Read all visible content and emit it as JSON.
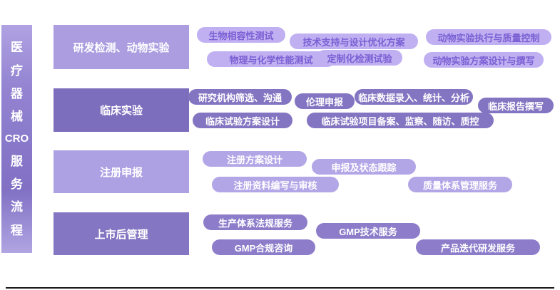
{
  "title": "医疗器械CRO服务流程",
  "banner": {
    "chars": [
      "医",
      "疗",
      "器",
      "械",
      "CRO",
      "服",
      "务",
      "流",
      "程"
    ]
  },
  "colors": {
    "banner_gradient_top": "#b0a2e2",
    "banner_gradient_mid": "#8170c4",
    "banner_gradient_bottom": "#b1a5e2",
    "category_light": "#ab9de0",
    "category_dark": "#7d6dbd",
    "pill_row1_bg": "#c0b0f2",
    "pill_row1_text": "#7a5fd3",
    "pill_row2_bg": "#8375c1",
    "pill_row3_bg": "#b3a6e7",
    "pill_row4_bg": "#8d7cca",
    "divider": "#1a1a1a"
  },
  "rows": [
    {
      "category": "研发检测、动物实验",
      "pills": [
        "生物相容性测试",
        "技术支持与设计优化方案",
        "动物实验执行与质量控制",
        "物理与化学性能测试",
        "定制化检测试验",
        "动物实验方案设计与撰写"
      ]
    },
    {
      "category": "临床实验",
      "pills": [
        "研究机构筛选、沟通",
        "伦理申报",
        "临床数据录入、统计、分析",
        "临床报告撰写",
        "临床试验方案设计",
        "临床试验项目备案、监察、随访、质控"
      ]
    },
    {
      "category": "注册申报",
      "pills": [
        "注册方案设计",
        "申报及状态跟踪",
        "注册资料编写与审核",
        "质量体系管理服务"
      ]
    },
    {
      "category": "上市后管理",
      "pills": [
        "生产体系法规服务",
        "GMP技术服务",
        "GMP合规咨询",
        "产品迭代研发服务"
      ]
    }
  ]
}
